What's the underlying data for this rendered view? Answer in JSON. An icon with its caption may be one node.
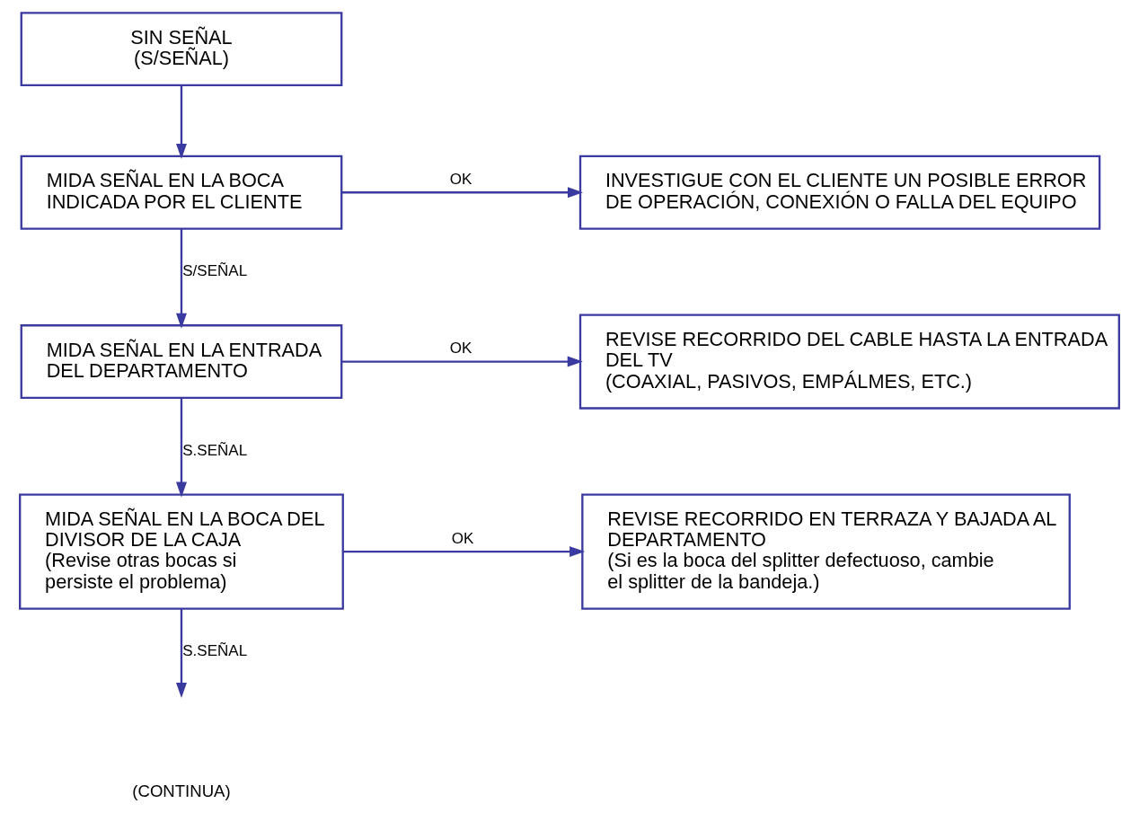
{
  "diagram": {
    "nodes": [
      {
        "text": [
          "SIN SEÑAL",
          "(S/SEÑAL)"
        ]
      },
      {
        "text": [
          "MIDA SEÑAL EN LA BOCA INDICADA POR EL CLIENTE"
        ]
      },
      {
        "text": [
          "INVESTIGUE CON EL CLIENTE UN POSIBLE ERROR DE OPERACIÓN, CONEXIÓN O FALLA DEL EQUIPO"
        ]
      },
      {
        "text": [
          "MIDA SEÑAL EN LA ENTRADA DEL DEPARTAMENTO"
        ]
      },
      {
        "text": [
          "REVISE RECORRIDO DEL CABLE HASTA LA ENTRADA DEL TV",
          "(COAXIAL, PASIVOS, EMPÁLMES, ETC.)"
        ]
      },
      {
        "text": [
          "MIDA SEÑAL EN LA BOCA DEL DIVISOR DE LA CAJA",
          "(Revise otras bocas si persiste el problema)"
        ]
      },
      {
        "text": [
          "REVISE RECORRIDO EN TERRAZA Y BAJADA AL DEPARTAMENTO",
          "(Si es la boca del splitter defectuoso, cambie el splitter de la bandeja.)"
        ]
      }
    ],
    "edges": [
      {
        "from": 0,
        "to": 1,
        "arrow": "to"
      },
      {
        "from": 1,
        "to": 2,
        "arrow": "to",
        "label": "OK"
      },
      {
        "from": 1,
        "to": 3,
        "arrow": "to",
        "label": "S/SEÑAL"
      },
      {
        "from": 3,
        "to": 4,
        "arrow": "to",
        "label": "OK"
      },
      {
        "from": 3,
        "to": 5,
        "arrow": "to",
        "label": "S.SEÑAL"
      },
      {
        "from": 5,
        "to": 6,
        "arrow": "to",
        "label": "OK"
      },
      {
        "from": 5,
        "to": null,
        "arrow": "to",
        "label": "S.SEÑAL"
      }
    ],
    "labels": [
      "(CONTINUA)"
    ]
  }
}
